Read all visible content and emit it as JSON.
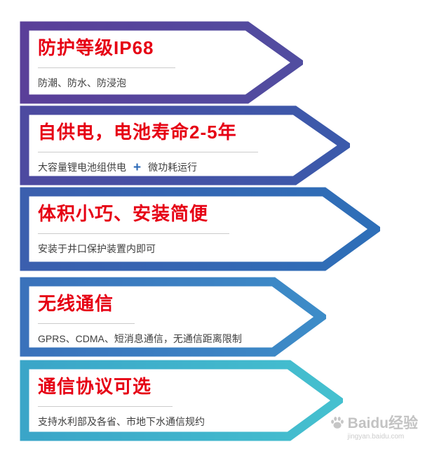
{
  "rows": [
    {
      "title": "防护等级IP68",
      "subtitle": "防潮、防水、防浸泡",
      "color_left": "#5a3f99",
      "color_right": "#514da0"
    },
    {
      "title": "自供电，电池寿命2-5年",
      "subtitle_left": "大容量锂电池组供电",
      "plus": "+",
      "subtitle_right": "微功耗运行",
      "color_left": "#4d4aa0",
      "color_right": "#3b5aab"
    },
    {
      "title": "体积小巧、安装简便",
      "subtitle": "安装于井口保护装置内即可",
      "color_left": "#3b5fae",
      "color_right": "#2e6fb8"
    },
    {
      "title": "无线通信",
      "subtitle": "GPRS、CDMA、短消息通信，无通信距离限制",
      "color_left": "#3a72bb",
      "color_right": "#3d8cc8"
    },
    {
      "title": "通信协议可选",
      "subtitle": "支持水利部及各省、市地下水通信规约",
      "color_left": "#3aa5c8",
      "color_right": "#45c0cf"
    }
  ],
  "title_color": "#e60014",
  "divider_color": "#cccccc",
  "watermark": {
    "brand": "Baidu经验",
    "url": "jingyan.baidu.com"
  }
}
